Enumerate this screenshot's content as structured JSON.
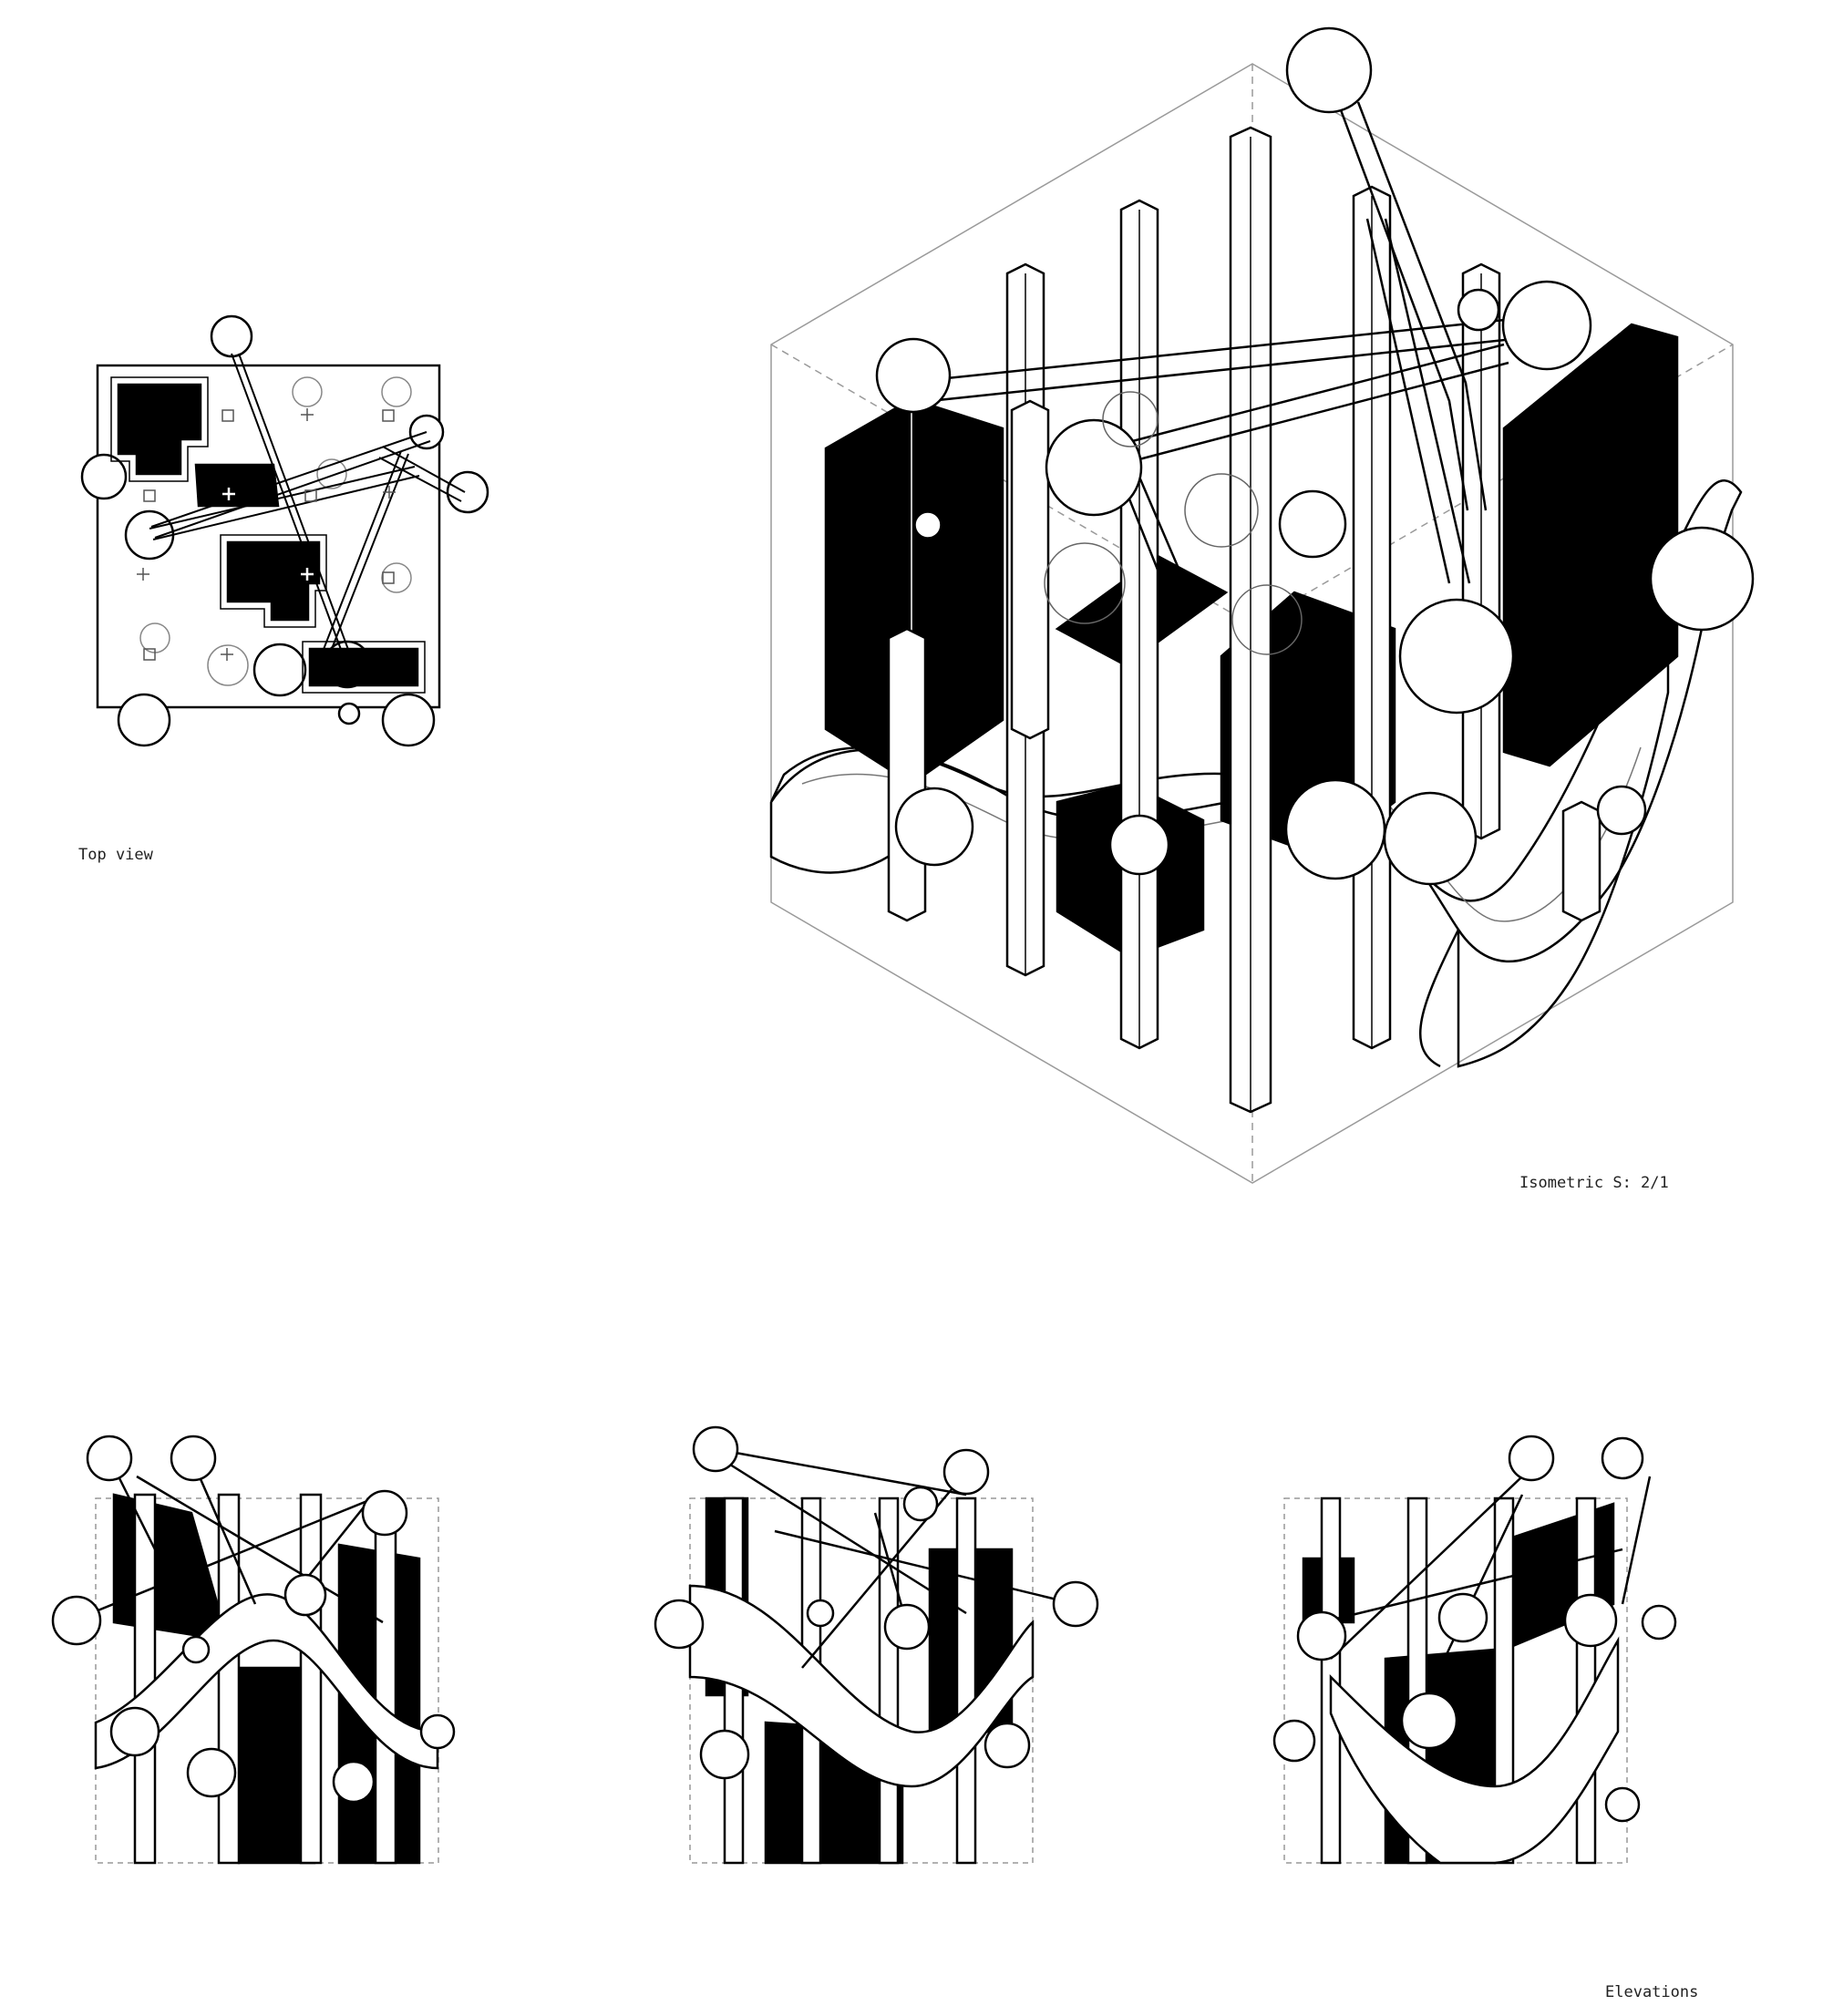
{
  "captions": {
    "top_view": "Top view",
    "isometric": "Isometric S: 2/1",
    "elevations": "Elevations"
  },
  "palette": {
    "ink": "#000000",
    "paper": "#ffffff",
    "guide": "#9a9a9a"
  }
}
